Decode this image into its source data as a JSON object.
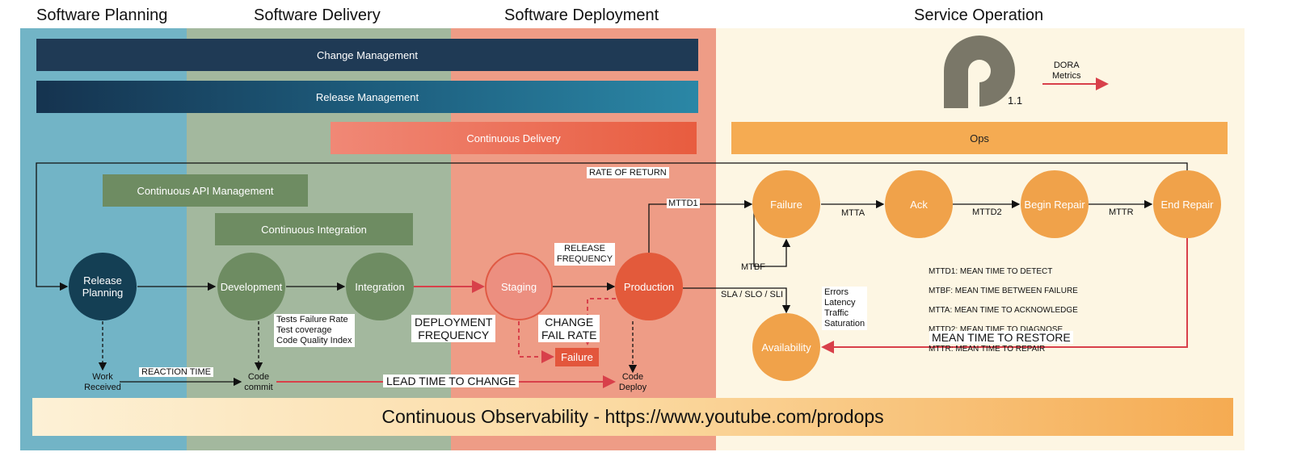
{
  "phases": {
    "planning": "Software Planning",
    "delivery": "Software Delivery",
    "deployment": "Software Deployment",
    "operation": "Service Operation"
  },
  "bars": {
    "change_management": "Change Management",
    "release_management": "Release Management",
    "continuous_delivery": "Continuous Delivery",
    "ops": "Ops",
    "continuous_api_management": "Continuous API Management",
    "continuous_integration": "Continuous Integration"
  },
  "logo": {
    "version": "1.1"
  },
  "dora": {
    "label": "DORA\nMetrics"
  },
  "nodes": {
    "release_planning": "Release\nPlanning",
    "development": "Development",
    "integration": "Integration",
    "staging": "Staging",
    "production": "Production",
    "failure": "Failure",
    "ack": "Ack",
    "begin_repair": "Begin Repair",
    "end_repair": "End Repair",
    "availability": "Availability"
  },
  "labels": {
    "rate_of_return": "RATE OF RETURN",
    "release_frequency": "RELEASE\nFREQUENCY",
    "mttd1": "MTTD1",
    "mtta": "MTTA",
    "mttd2": "MTTD2",
    "mttr": "MTTR",
    "mtbf": "MTBF",
    "sla": "SLA / SLO / SLI",
    "signals": "Errors\nLatency\nTraffic\nSaturation",
    "legend": [
      "MTTD1: MEAN TIME TO DETECT",
      "MTBF:   MEAN TIME BETWEEN FAILURE",
      "MTTA:   MEAN TIME TO ACKNOWLEDGE",
      "MTTD2: MEAN TIME TO DIAGNOSE",
      "MTTR:   MEAN TIME TO REPAIR"
    ],
    "mean_time_to_restore": "MEAN TIME TO RESTORE",
    "tests_quality": "Tests Failure Rate\nTest coverage\nCode Quality Index",
    "deployment_frequency": "DEPLOYMENT\nFREQUENCY",
    "change_fail_rate": "CHANGE\nFAIL RATE",
    "failure_box": "Failure",
    "work_received": "Work\nReceived",
    "reaction_time": "REACTION TIME",
    "code_commit": "Code\ncommit",
    "lead_time": "LEAD TIME TO CHANGE",
    "code_deploy": "Code\nDeploy"
  },
  "footer": {
    "text": "Continuous Observability - https://www.youtube.com/prodops"
  },
  "colors": {
    "planning_lane": "#72b4c6",
    "delivery_lane": "#a3b89e",
    "deployment_lane": "#ee9c86",
    "operation_lane": "#fdf6e3",
    "orange": "#f0a24a",
    "red_accent": "#e04b44",
    "green_node": "#6e8c62",
    "dark_navy": "#1a3a55"
  }
}
